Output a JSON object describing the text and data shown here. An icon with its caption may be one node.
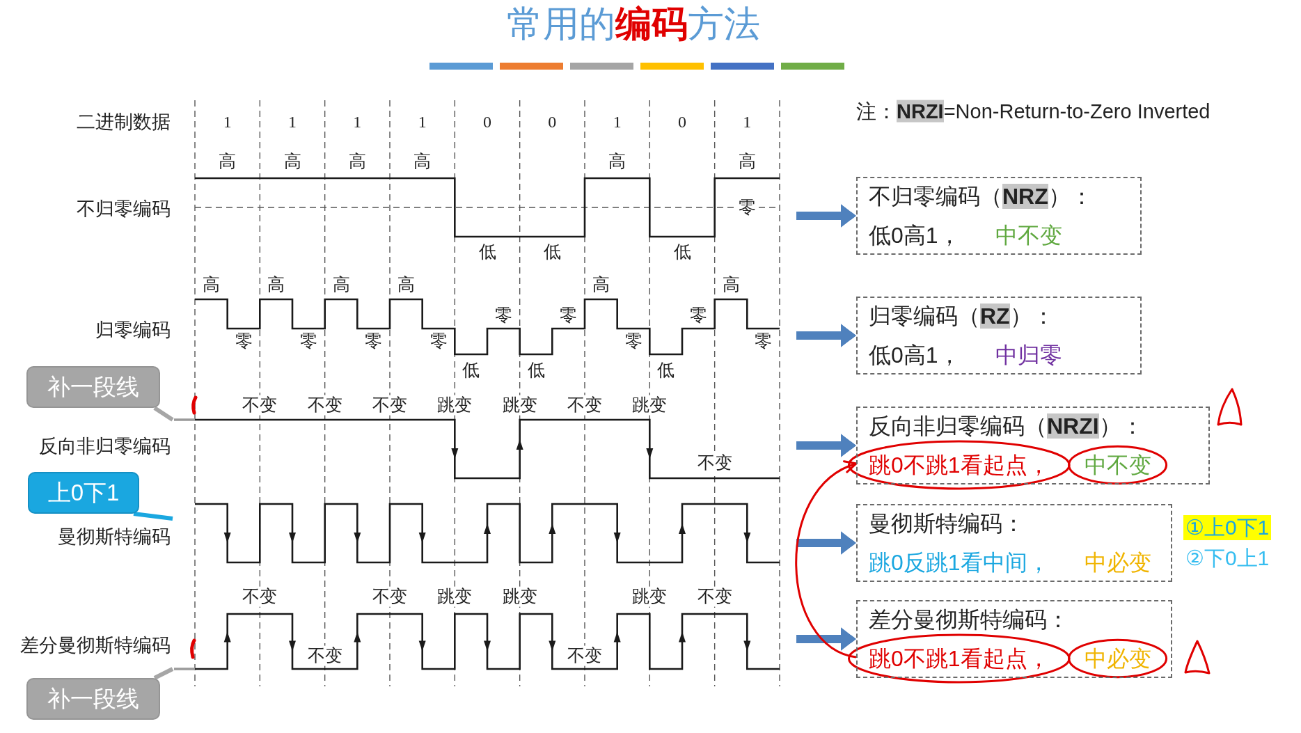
{
  "diagram": {
    "title": "常用的**编码**方法",
    "nodes": [
      {
        "text": [
          "高",
          "高",
          "高",
          "高",
          "高",
          "高",
          "零",
          "低",
          "低",
          "低"
        ]
      },
      {
        "text": [
          "不归零编码（**NRZ**）：",
          "低0高1，",
          "中不变"
        ]
      },
      {
        "text": [
          "高",
          "高",
          "高",
          "高",
          "高",
          "高",
          "零",
          "零",
          "零",
          "零",
          "零",
          "零",
          "零",
          "零",
          "零",
          "低",
          "低",
          "低"
        ]
      },
      {
        "text": [
          "归零编码（**RZ**）：",
          "低0高1，",
          "中归零"
        ]
      },
      {
        "text": [
          "补一段线"
        ]
      },
      {
        "text": [
          "不变",
          "不变",
          "不变",
          "跳变",
          "跳变",
          "不变",
          "跳变",
          "不变"
        ]
      },
      {
        "text": [
          "反向非归零编码（**NRZI**）：",
          "跳0不跳1看起点，",
          "中不变"
        ]
      },
      {
        "text": [
          "上0下1"
        ]
      },
      {
        "text": [],
        "shape": "waveform"
      },
      {
        "text": [
          "曼彻斯特编码：",
          "跳0反跳1看中间，",
          "中必变"
        ],
        "beside": [
          "①上0下1",
          "②下0上1"
        ]
      },
      {
        "text": [
          "不变",
          "不变",
          "跳变",
          "跳变",
          "跳变",
          "不变",
          "不变",
          "不变"
        ]
      },
      {
        "text": [
          "差分曼彻斯特编码：",
          "跳0不跳1看起点，",
          "中必变"
        ]
      },
      {
        "text": [
          "补一段线"
        ]
      }
    ],
    "edges": [
      {
        "from": 0,
        "to": 1,
        "arrow": "to"
      },
      {
        "from": 2,
        "to": 3,
        "arrow": "to"
      },
      {
        "from": 5,
        "to": 6,
        "arrow": "to"
      },
      {
        "from": 8,
        "to": 9,
        "arrow": "to"
      },
      {
        "from": 10,
        "to": 11,
        "arrow": "to"
      },
      {
        "from": 4,
        "to": 5,
        "arrow": "none",
        "color": "#a6a6a6"
      },
      {
        "from": 7,
        "to": 8,
        "arrow": "none",
        "color": "#1aa7e0"
      },
      {
        "from": 12,
        "to": 10,
        "arrow": "none",
        "color": "#a6a6a6"
      },
      {
        "from": 11,
        "to": 6,
        "arrow": "to",
        "color": "#e00000"
      }
    ],
    "labels": [
      "二进制数据",
      "1",
      "1",
      "1",
      "1",
      "0",
      "0",
      "1",
      "0",
      "1",
      "注：**NRZI**=Non-Return-to-Zero Inverted",
      "不归零编码",
      "归零编码",
      "反向非归零编码",
      "曼彻斯特编码",
      "差分曼彻斯特编码"
    ]
  }
}
